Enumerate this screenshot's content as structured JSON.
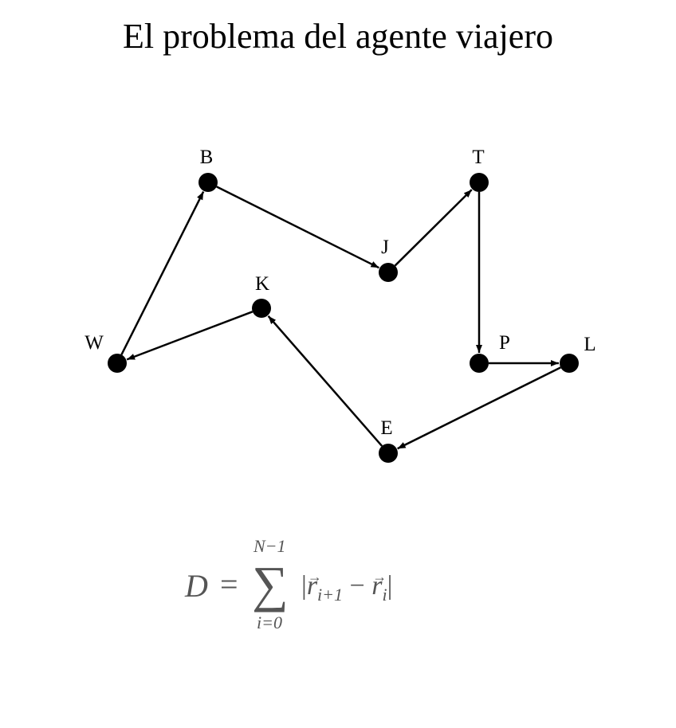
{
  "title": "El problema del agente viajero",
  "nodes": [
    {
      "id": "B",
      "label": "B"
    },
    {
      "id": "T",
      "label": "T"
    },
    {
      "id": "J",
      "label": "J"
    },
    {
      "id": "K",
      "label": "K"
    },
    {
      "id": "W",
      "label": "W"
    },
    {
      "id": "P",
      "label": "P"
    },
    {
      "id": "L",
      "label": "L"
    },
    {
      "id": "E",
      "label": "E"
    }
  ],
  "edges": [
    {
      "from": "W",
      "to": "B"
    },
    {
      "from": "B",
      "to": "J"
    },
    {
      "from": "J",
      "to": "T"
    },
    {
      "from": "T",
      "to": "P"
    },
    {
      "from": "P",
      "to": "L"
    },
    {
      "from": "L",
      "to": "E"
    },
    {
      "from": "E",
      "to": "K"
    },
    {
      "from": "K",
      "to": "W"
    }
  ],
  "formula": {
    "lhs": "D",
    "equals": "=",
    "sum_symbol": "∑",
    "upper_limit": "N−1",
    "lower_limit": "i=0",
    "bar_left": "|",
    "r1": "r",
    "sub1": "i+1",
    "minus": " − ",
    "r2": "r",
    "sub2": "i",
    "bar_right": "|"
  }
}
